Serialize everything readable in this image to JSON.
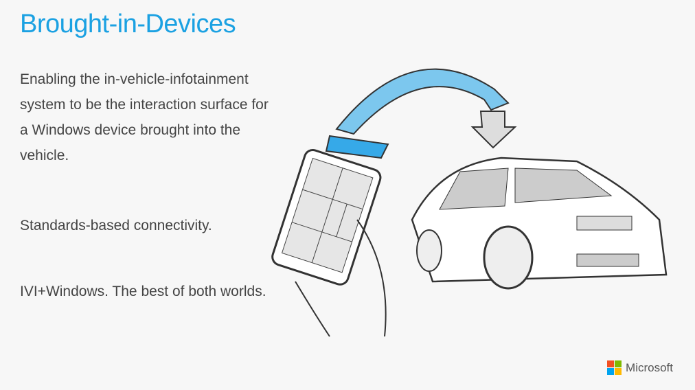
{
  "title": "Brought-in-Devices",
  "paragraphs": [
    "Enabling the in-vehicle-infotainment system to be the interaction surface for a Windows device brought into the vehicle.",
    "Standards-based connectivity.",
    "IVI+Windows. The best of both worlds."
  ],
  "brand": {
    "name": "Microsoft",
    "colors": [
      "#f25022",
      "#7fba00",
      "#00a4ef",
      "#ffb900"
    ]
  }
}
